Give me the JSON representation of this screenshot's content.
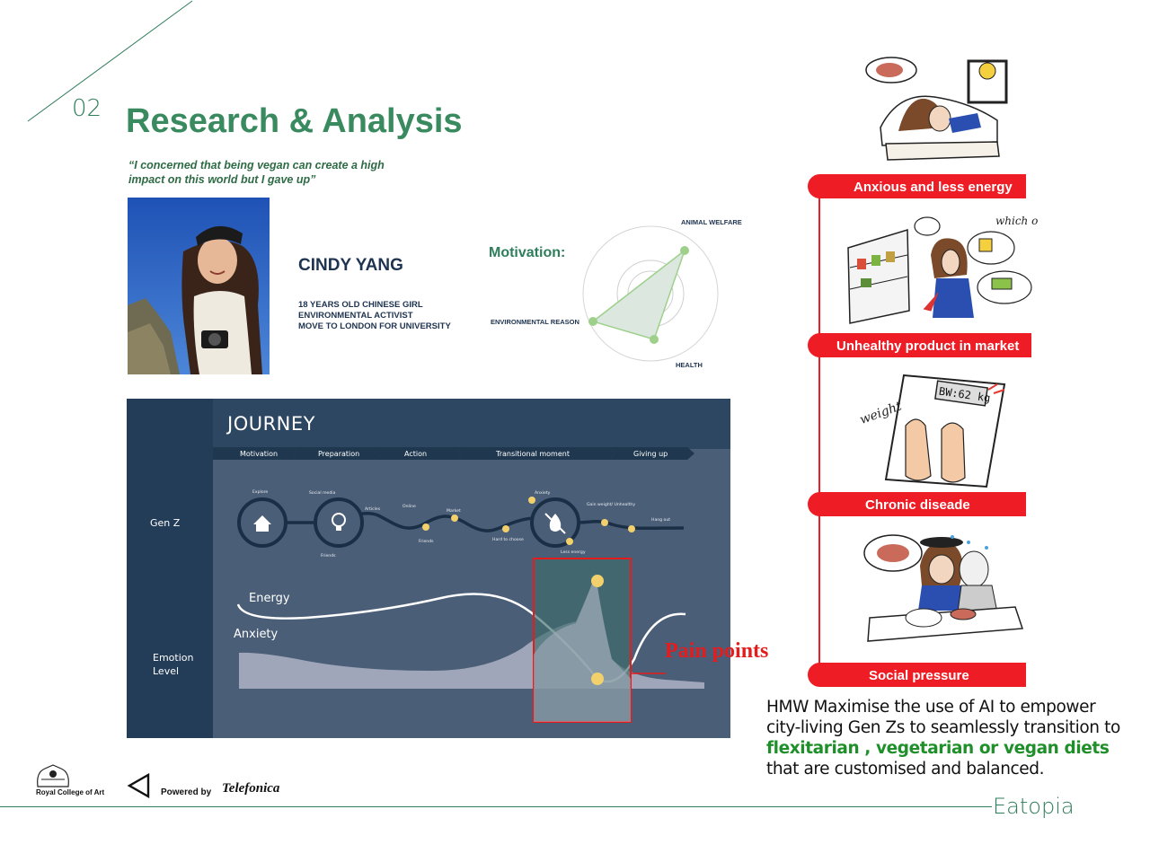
{
  "section": {
    "number": "02",
    "title": "Research & Analysis"
  },
  "persona": {
    "quote": "“I concerned that being vegan can create a high impact on this world but I gave up”",
    "name": "CINDY YANG",
    "details": [
      "18 YEARS OLD CHINESE GIRL",
      "ENVIRONMENTAL ACTIVIST",
      "MOVE TO LONDON FOR UNIVERSITY"
    ]
  },
  "motivation": {
    "label": "Motivation:",
    "axes": [
      "ANIMAL WELFARE",
      "HEALTH",
      "ENVIRONMENTAL REASON"
    ]
  },
  "journey": {
    "title": "JOURNEY",
    "stages": [
      "Motivation",
      "Preparation",
      "Action",
      "Transitional moment",
      "Giving up"
    ],
    "row_genz": "Gen Z",
    "row_emotion": [
      "Emotion",
      "Level"
    ],
    "touchpoints": [
      "Explore",
      "Social media",
      "Friends",
      "Articles",
      "Online",
      "Friends",
      "Market",
      "Hard to choose",
      "Anxiety",
      "Less energy",
      "Gain weight/ Unhealthy",
      "Hang out"
    ],
    "curves": {
      "energy": "Energy",
      "anxiety": "Anxiety"
    }
  },
  "pain_points": "Pain points",
  "pain_labels": [
    "Anxious and less energy",
    "Unhealthy product in market",
    "Chronic diseade",
    "Social pressure"
  ],
  "illustration_text": {
    "scale": "BW:62 kg",
    "weight": "weight",
    "which": "which one ??"
  },
  "hmw": {
    "lead": "HMW Maximise the use of AI to empower city-living Gen Zs to seamlessly transition to ",
    "diet1": "flexitarian",
    "sep": " , ",
    "diet2": "vegetarian or vegan diets",
    "tail": " that are customised and balanced."
  },
  "footer": {
    "rca": "Royal College of Art",
    "powered_by": "Powered by",
    "telefonica": "Telefonica",
    "brand": "Eatopia"
  }
}
